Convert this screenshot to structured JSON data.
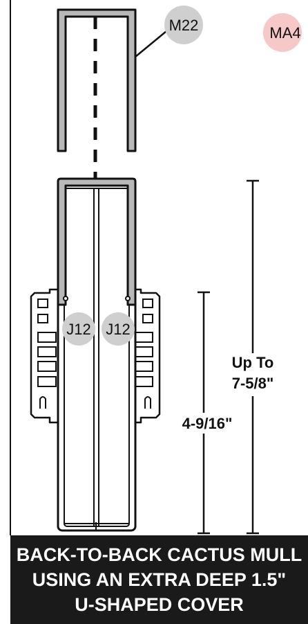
{
  "labels": {
    "m22": "M22",
    "ma4": "MA4",
    "j12_left": "J12",
    "j12_right": "J12"
  },
  "dimensions": {
    "inner": "4-9/16\"",
    "outer_line1": "Up To",
    "outer_line2": "7-5/8\""
  },
  "caption": {
    "line1": "BACK-TO-BACK CACTUS MULL",
    "line2": "USING AN EXTRA DEEP 1.5\"",
    "line3": "U-SHAPED COVER"
  },
  "colors": {
    "badge_gray": "#cfcfcf",
    "badge_pink": "#f6c8c8",
    "cover_fill": "#b8b8b8",
    "line": "#111111",
    "caption_bg": "#1a1a1a",
    "caption_text": "#ffffff"
  }
}
